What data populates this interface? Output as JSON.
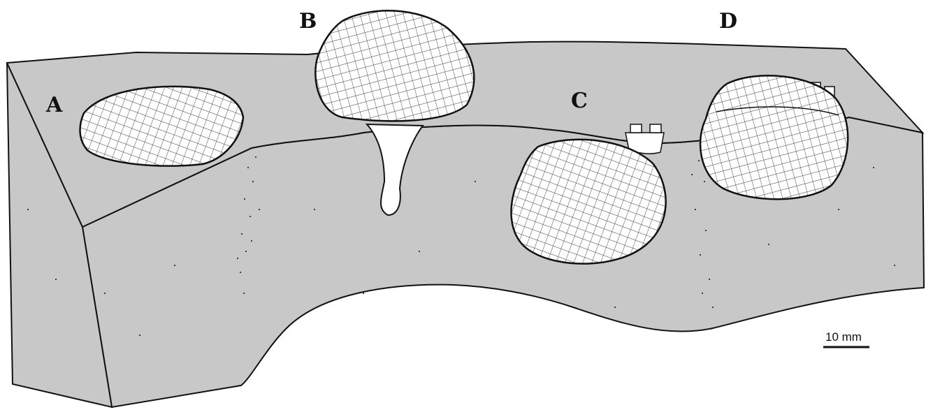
{
  "labels": {
    "a": "A",
    "b": "B",
    "c": "C",
    "d": "D"
  },
  "scale_bar": {
    "text": "10 mm"
  },
  "colors": {
    "sediment": "#c8c8c8",
    "outline": "#111111",
    "shell": "#ffffff",
    "burrow": "#ffffff"
  }
}
